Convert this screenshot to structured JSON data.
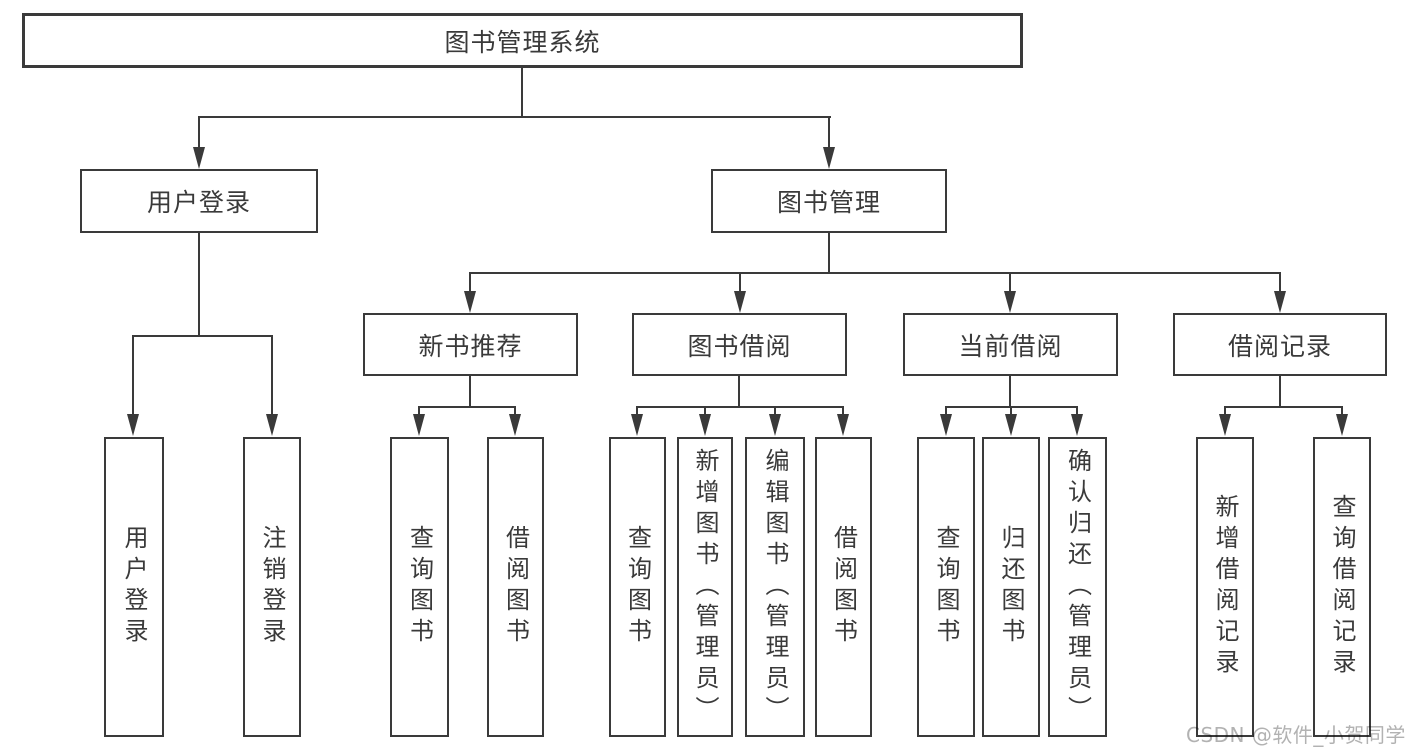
{
  "diagram": {
    "root": {
      "label": "图书管理系统"
    },
    "children": [
      {
        "label": "用户登录",
        "children": [
          {
            "label": "用户登录"
          },
          {
            "label": "注销登录"
          }
        ]
      },
      {
        "label": "图书管理",
        "children": [
          {
            "label": "新书推荐",
            "children": [
              {
                "label": "查询图书"
              },
              {
                "label": "借阅图书"
              }
            ]
          },
          {
            "label": "图书借阅",
            "children": [
              {
                "label": "查询图书"
              },
              {
                "label": "新增图书（管理员）"
              },
              {
                "label": "编辑图书（管理员）"
              },
              {
                "label": "借阅图书"
              }
            ]
          },
          {
            "label": "当前借阅",
            "children": [
              {
                "label": "查询图书"
              },
              {
                "label": "归还图书"
              },
              {
                "label": "确认归还（管理员）"
              }
            ]
          },
          {
            "label": "借阅记录",
            "children": [
              {
                "label": "新增借阅记录"
              },
              {
                "label": "查询借阅记录"
              }
            ]
          }
        ]
      }
    ]
  },
  "watermark": {
    "text": "CSDN @软件_小贺同学"
  },
  "colors": {
    "line": "#3a3a3a",
    "text": "#3a3a3a",
    "background": "#ffffff",
    "watermark": "#b2b2b2"
  }
}
